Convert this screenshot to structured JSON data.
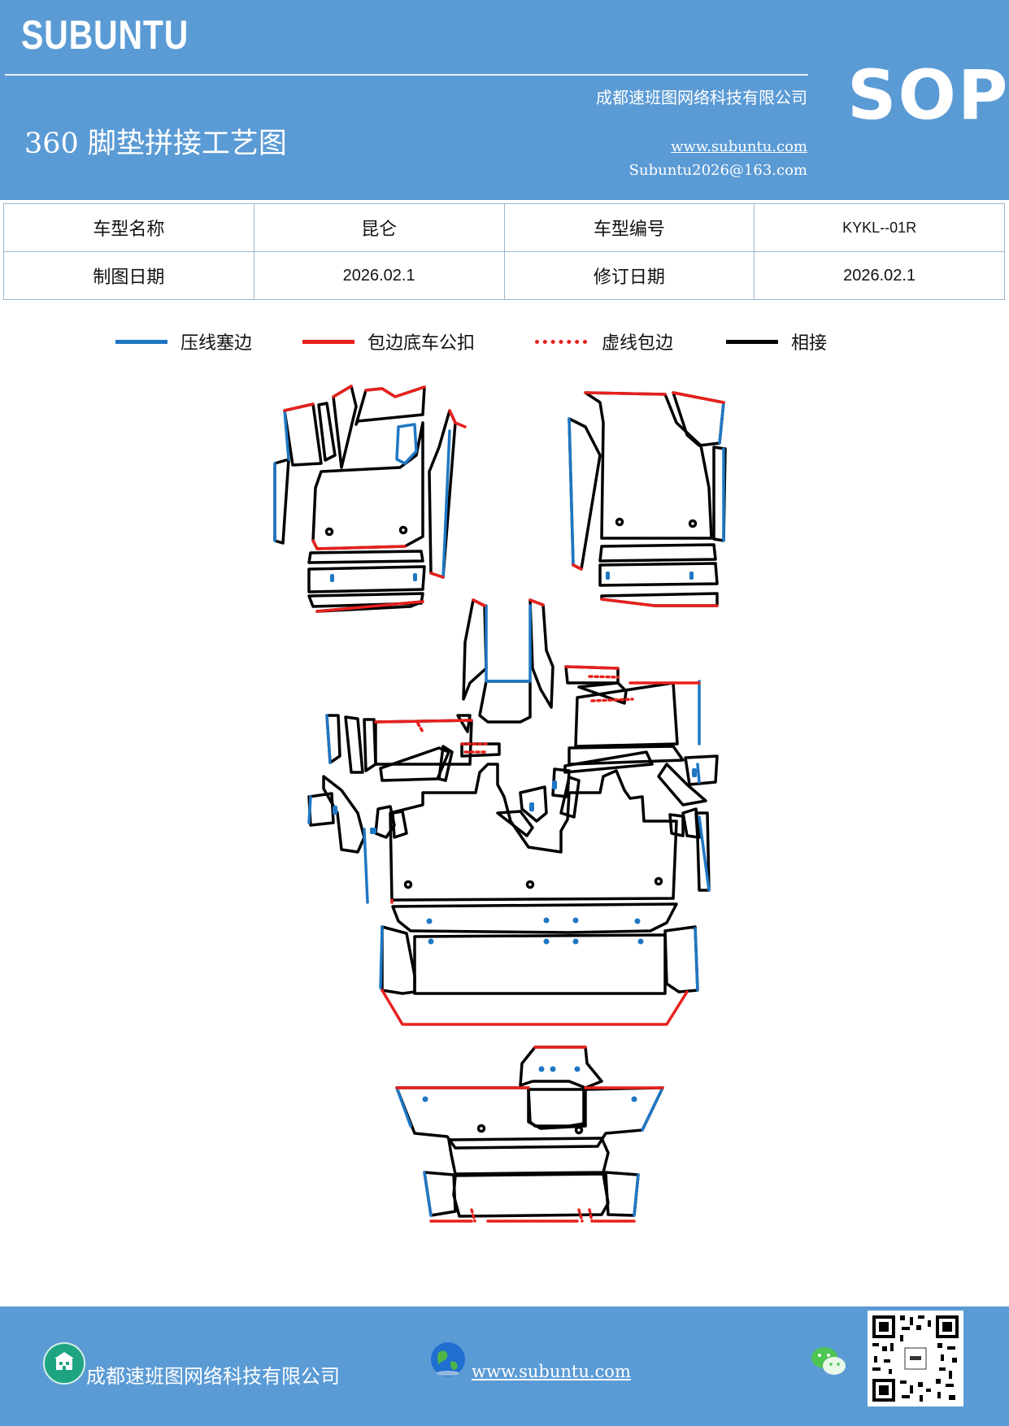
{
  "header": {
    "brand": "SUBUNTU",
    "company": "成都速班图网络科技有限公司",
    "title": "360 脚垫拼接工艺图",
    "url": "www.subuntu.com",
    "email": "Subuntu2026@163.com",
    "badge": "SOP"
  },
  "info": {
    "model_name_label": "车型名称",
    "model_name": "昆仑",
    "model_code_label": "车型编号",
    "model_code": "KYKL--01R",
    "draw_date_label": "制图日期",
    "draw_date": "2026.02.1",
    "revise_date_label": "修订日期",
    "revise_date": "2026.02.1"
  },
  "legend": [
    {
      "label": "压线塞边",
      "color": "#1f77c4",
      "style": "solid"
    },
    {
      "label": "包边底车公扣",
      "color": "#e8201c",
      "style": "solid"
    },
    {
      "label": "虚线包边",
      "color": "#e8201c",
      "style": "dotted"
    },
    {
      "label": "相接",
      "color": "#000000",
      "style": "solid"
    }
  ],
  "footer": {
    "company": "成都速班图网络科技有限公司",
    "url": "www.subuntu.com",
    "icons": [
      "building-icon",
      "globe-icon",
      "wechat-icon",
      "qr-code"
    ]
  },
  "colors": {
    "header_bg": "#5b9bd5",
    "blue_edge": "#1f77c4",
    "red_edge": "#e8201c",
    "joint": "#000000"
  }
}
